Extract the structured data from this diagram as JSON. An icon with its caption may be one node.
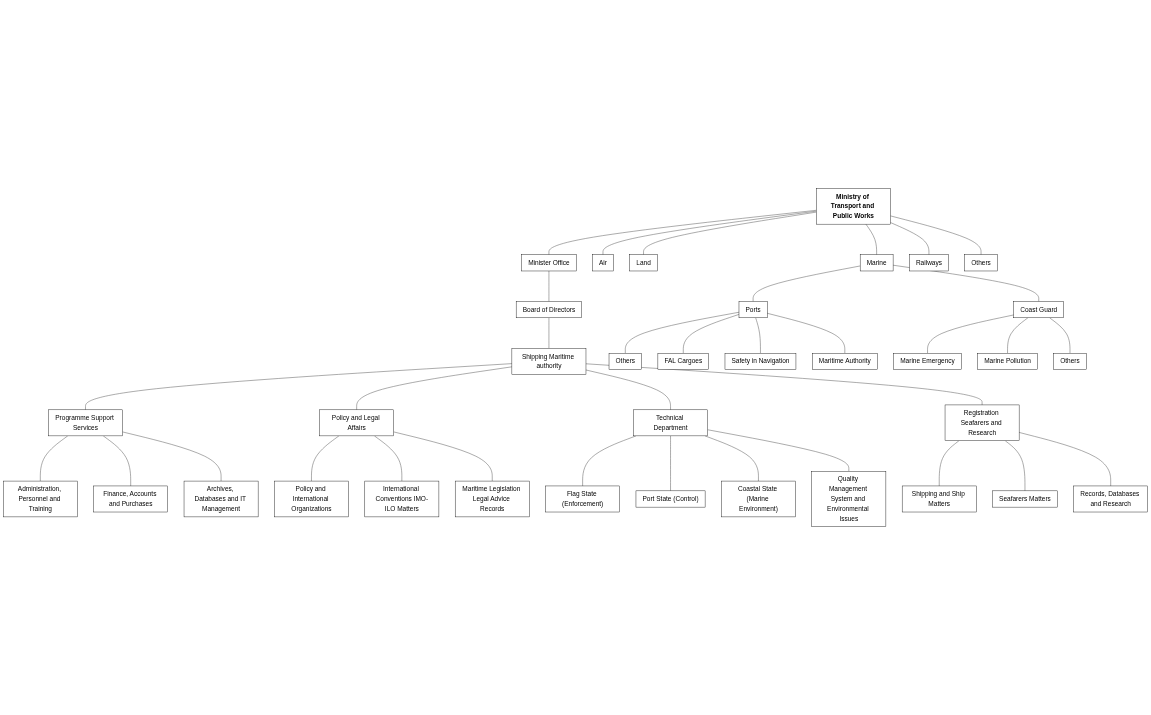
{
  "diagram": {
    "nodes": [
      {
        "text": [
          "Ministry of Transport and Public Works"
        ]
      },
      {
        "text": [
          "Minister Office"
        ]
      },
      {
        "text": [
          "Air"
        ]
      },
      {
        "text": [
          "Land"
        ]
      },
      {
        "text": [
          "Marine"
        ]
      },
      {
        "text": [
          "Railways"
        ]
      },
      {
        "text": [
          "Others"
        ]
      },
      {
        "text": [
          "Board of Directors"
        ]
      },
      {
        "text": [
          "Others"
        ]
      },
      {
        "text": [
          "Ports"
        ]
      },
      {
        "text": [
          "Coast Guard"
        ]
      },
      {
        "text": [
          "Shipping Maritime authority"
        ]
      },
      {
        "text": [
          "FAL Cargoes"
        ]
      },
      {
        "text": [
          "Safety in Navigation"
        ]
      },
      {
        "text": [
          "Maritime Authority"
        ]
      },
      {
        "text": [
          "Marine Emergency"
        ]
      },
      {
        "text": [
          "Marine Pollution"
        ]
      },
      {
        "text": [
          "Others"
        ]
      },
      {
        "text": [
          "Programme Support Services"
        ]
      },
      {
        "text": [
          "Policy and Legal Affairs"
        ]
      },
      {
        "text": [
          "Technical Department"
        ]
      },
      {
        "text": [
          "Registration Seafarers and Research"
        ]
      },
      {
        "text": [
          "Administration, Personnel and Training"
        ]
      },
      {
        "text": [
          "Shipping and Ship Matters"
        ]
      },
      {
        "text": [
          "Policy and International Organizations"
        ]
      },
      {
        "text": [
          "Flag State (Enforcement)"
        ]
      },
      {
        "text": [
          "Port State (Control)"
        ]
      },
      {
        "text": [
          "Finance, Accounts and Purchases"
        ]
      },
      {
        "text": [
          "International Conventions IMO-ILO Matters"
        ]
      },
      {
        "text": [
          "Seafarers Matters"
        ]
      },
      {
        "text": [
          "Coastal State (Marine Environment)"
        ]
      },
      {
        "text": [
          "Quality Management System and Environmental Issues"
        ]
      },
      {
        "text": [
          "Archives, Databases and IT Management"
        ]
      },
      {
        "text": [
          "Maritime Legislation Legal Advice Records"
        ]
      },
      {
        "text": [
          "Records, Databases and Research"
        ]
      }
    ],
    "edges": [
      {
        "from": 0,
        "to": 1,
        "arrow": "none"
      },
      {
        "from": 0,
        "to": 2,
        "arrow": "none"
      },
      {
        "from": 0,
        "to": 3,
        "arrow": "none"
      },
      {
        "from": 0,
        "to": 4,
        "arrow": "none"
      },
      {
        "from": 0,
        "to": 5,
        "arrow": "none"
      },
      {
        "from": 0,
        "to": 6,
        "arrow": "none"
      },
      {
        "from": 1,
        "to": 7,
        "arrow": "none"
      },
      {
        "from": 7,
        "to": 11,
        "arrow": "none"
      },
      {
        "from": 4,
        "to": 9,
        "arrow": "none"
      },
      {
        "from": 4,
        "to": 10,
        "arrow": "none"
      },
      {
        "from": 9,
        "to": 8,
        "arrow": "none"
      },
      {
        "from": 9,
        "to": 12,
        "arrow": "none"
      },
      {
        "from": 9,
        "to": 13,
        "arrow": "none"
      },
      {
        "from": 9,
        "to": 14,
        "arrow": "none"
      },
      {
        "from": 10,
        "to": 15,
        "arrow": "none"
      },
      {
        "from": 10,
        "to": 16,
        "arrow": "none"
      },
      {
        "from": 10,
        "to": 17,
        "arrow": "none"
      },
      {
        "from": 11,
        "to": 18,
        "arrow": "none"
      },
      {
        "from": 11,
        "to": 19,
        "arrow": "none"
      },
      {
        "from": 11,
        "to": 20,
        "arrow": "none"
      },
      {
        "from": 11,
        "to": 21,
        "arrow": "none"
      },
      {
        "from": 18,
        "to": 22,
        "arrow": "none"
      },
      {
        "from": 18,
        "to": 27,
        "arrow": "none"
      },
      {
        "from": 18,
        "to": 32,
        "arrow": "none"
      },
      {
        "from": 19,
        "to": 24,
        "arrow": "none"
      },
      {
        "from": 19,
        "to": 28,
        "arrow": "none"
      },
      {
        "from": 19,
        "to": 33,
        "arrow": "none"
      },
      {
        "from": 20,
        "to": 25,
        "arrow": "none"
      },
      {
        "from": 20,
        "to": 26,
        "arrow": "none"
      },
      {
        "from": 20,
        "to": 30,
        "arrow": "none"
      },
      {
        "from": 20,
        "to": 31,
        "arrow": "none"
      },
      {
        "from": 21,
        "to": 23,
        "arrow": "none"
      },
      {
        "from": 21,
        "to": 29,
        "arrow": "none"
      },
      {
        "from": 21,
        "to": 34,
        "arrow": "none"
      }
    ]
  }
}
